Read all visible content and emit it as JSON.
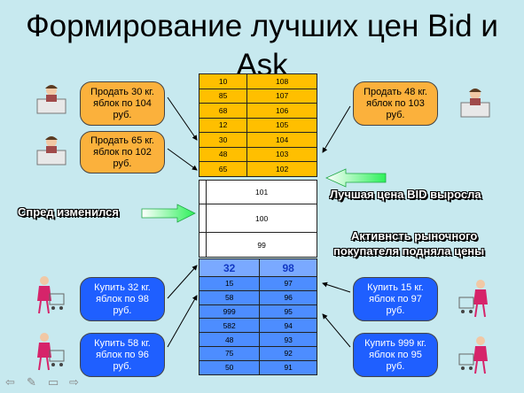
{
  "title": "Формирование лучших цен Bid и Ask",
  "sell_orders": [
    {
      "text": "Продать 30 кг. яблок по 104 руб."
    },
    {
      "text": "Продать 65 кг. яблок по 102 руб."
    },
    {
      "text": "Продать 48 кг. яблок по 103 руб."
    }
  ],
  "buy_orders": [
    {
      "text": "Купить 32 кг. яблок по 98 руб."
    },
    {
      "text": "Купить 58 кг. яблок по 96 руб."
    },
    {
      "text": "Купить 15 кг. яблок по 97 руб."
    },
    {
      "text": "Купить 999 кг. яблок по 95 руб."
    }
  ],
  "ask_rows": [
    [
      "10",
      "108"
    ],
    [
      "85",
      "107"
    ],
    [
      "68",
      "106"
    ],
    [
      "12",
      "105"
    ],
    [
      "30",
      "104"
    ],
    [
      "48",
      "103"
    ],
    [
      "65",
      "102"
    ]
  ],
  "mid_rows": [
    [
      "",
      "101"
    ],
    [
      "",
      "100"
    ],
    [
      "",
      "99"
    ]
  ],
  "bid_head": [
    "32",
    "98"
  ],
  "bid_rows": [
    [
      "15",
      "97"
    ],
    [
      "58",
      "96"
    ],
    [
      "999",
      "95"
    ],
    [
      "582",
      "94"
    ],
    [
      "48",
      "93"
    ],
    [
      "75",
      "92"
    ],
    [
      "50",
      "91"
    ]
  ],
  "labels": {
    "spread": "Спред изменился",
    "best_bid": "Лучшая цена BID выросла",
    "activity_1": "Активнсть рыночного",
    "activity_2": "покупателя подняла цены"
  },
  "colors": {
    "background": "#c7e9ef",
    "ask": "#ffbf00",
    "bid": "#4d8dff",
    "sell_callout": "#fbb13c",
    "buy_callout": "#1f5fff",
    "arrow": "#3dff6e"
  }
}
